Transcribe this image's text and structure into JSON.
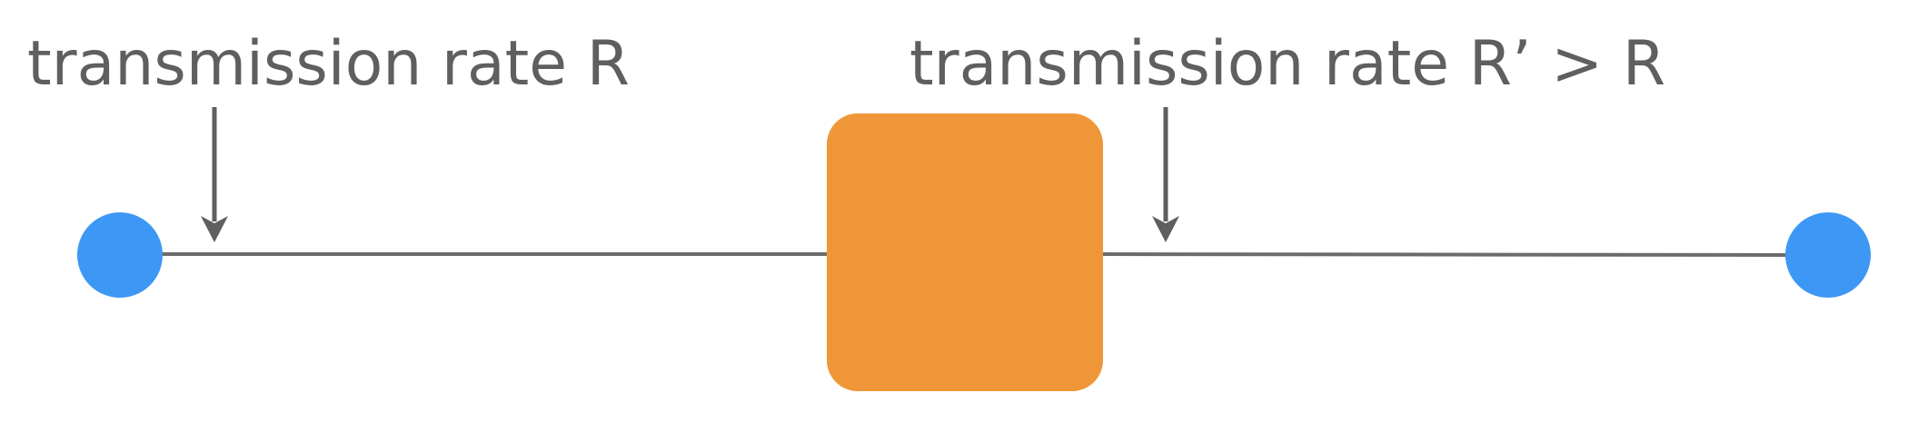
{
  "labels": {
    "left_rate": "transmission rate R",
    "right_rate": "transmission rate R’ > R"
  },
  "colors": {
    "node": "#3d97f4",
    "router": "#ef9738",
    "line": "#6b6b6b",
    "text": "#5f5f5f"
  },
  "elements": {
    "left_node": "left-host-node",
    "router": "router-box",
    "right_node": "right-host-node",
    "left_link": "left-link",
    "right_link": "right-link"
  }
}
